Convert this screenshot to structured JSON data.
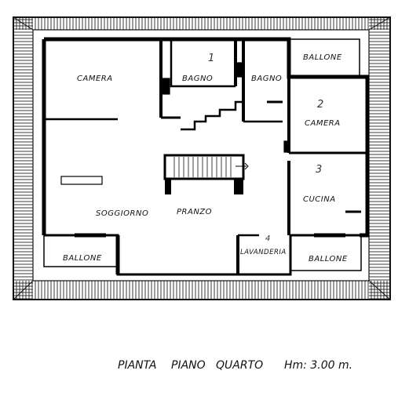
{
  "rooms": {
    "camera_left": "CAMERA",
    "bagno_1": "BAGNO",
    "bagno_2": "BAGNO",
    "ballone_top_right": "BALLONE",
    "camera_right": "CAMERA",
    "soggiorno": "SOGGIORNO",
    "pranzo": "PRANZO",
    "cucina": "CUCINA",
    "ballone_bottom_left": "BALLONE",
    "lavanderia": "LAVANDERIA",
    "ballone_bottom_right": "BALLONE"
  },
  "room_numbers": {
    "n1": "1",
    "n2": "2",
    "n3": "3",
    "n4": "4"
  },
  "caption": {
    "w1": "PIANTA",
    "w2": "PIANO",
    "w3": "QUARTO",
    "height": "Hm: 3.00 m."
  }
}
